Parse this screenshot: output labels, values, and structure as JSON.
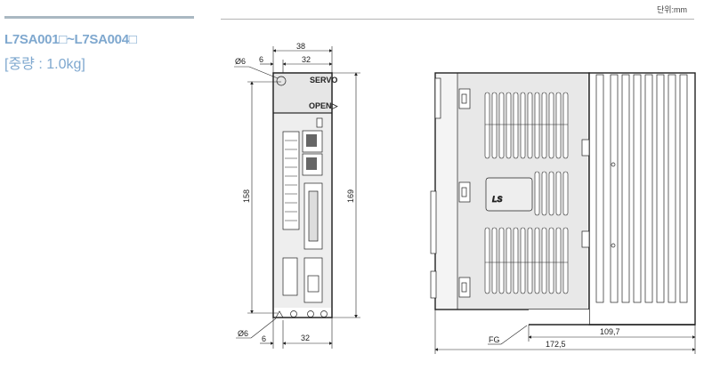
{
  "header": {
    "unit_label": "단위:mm"
  },
  "product": {
    "title": "L7SA001□~L7SA004□",
    "weight": "[중량 : 1.0kg]"
  },
  "front_view": {
    "dims": {
      "width_total": "38",
      "width_inner_top": "32",
      "offset_top": "6",
      "hole_top": "Ø6",
      "height_inner": "158",
      "height_total": "169",
      "hole_bottom": "Ø6",
      "offset_bottom": "6",
      "width_inner_bottom": "32"
    },
    "labels": {
      "servo": "SERVO",
      "open": "OPEN▷"
    }
  },
  "side_view": {
    "dims": {
      "depth_right": "109,7",
      "depth_total": "172,5",
      "fg": "FG"
    },
    "logo": "LS"
  }
}
